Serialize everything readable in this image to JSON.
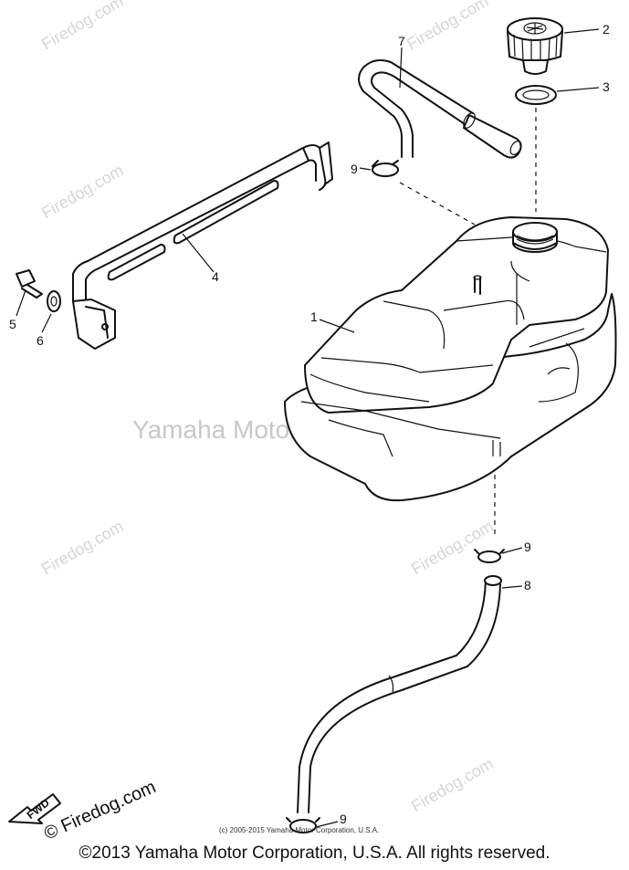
{
  "watermark": {
    "site": "Firedog.com",
    "site_large": "© Firedog.com",
    "center": "Yamaha Motor Corp., U.S.A."
  },
  "callouts": [
    "1",
    "2",
    "3",
    "4",
    "5",
    "6",
    "7",
    "8",
    "9",
    "9",
    "9"
  ],
  "direction_label": "FWD",
  "small_copyright": "(c) 2005-2015 Yamaha Motor Corporation, U.S.A.",
  "footer_copyright": "©2013 Yamaha Motor Corporation, U.S.A. All rights reserved."
}
